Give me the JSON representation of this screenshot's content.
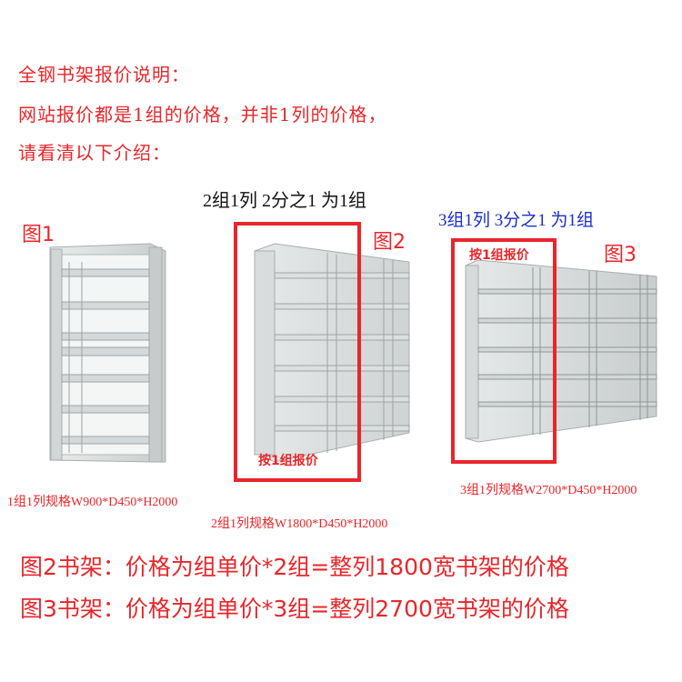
{
  "intro": {
    "line1": "全钢书架报价说明：",
    "line2": "网站报价都是1组的价格，并非1列的价格，",
    "line3": "请看清以下介绍："
  },
  "headers": {
    "fig2_header": "2组1列 2分之1 为1组",
    "fig3_header": "3组1列 3分之1 为1组"
  },
  "figures": {
    "fig1_label": "图1",
    "fig2_label": "图2",
    "fig3_label": "图3",
    "fig2_note": "按1组报价",
    "fig3_note": "按1组报价"
  },
  "specs": {
    "fig1_spec": "1组1列规格W900*D450*H2000",
    "fig2_spec": "2组1列规格W1800*D450*H2000",
    "fig3_spec": "3组1列规格W2700*D450*H2000"
  },
  "bottom": {
    "line1": "图2书架：价格为组单价*2组=整列1800宽书架的价格",
    "line2": "图3书架：价格为组单价*3组=整列2700宽书架的价格"
  },
  "colors": {
    "accent_red": "#e8262a",
    "accent_blue": "#1a2fc8",
    "shelf_gray": "#d9dcdc"
  }
}
